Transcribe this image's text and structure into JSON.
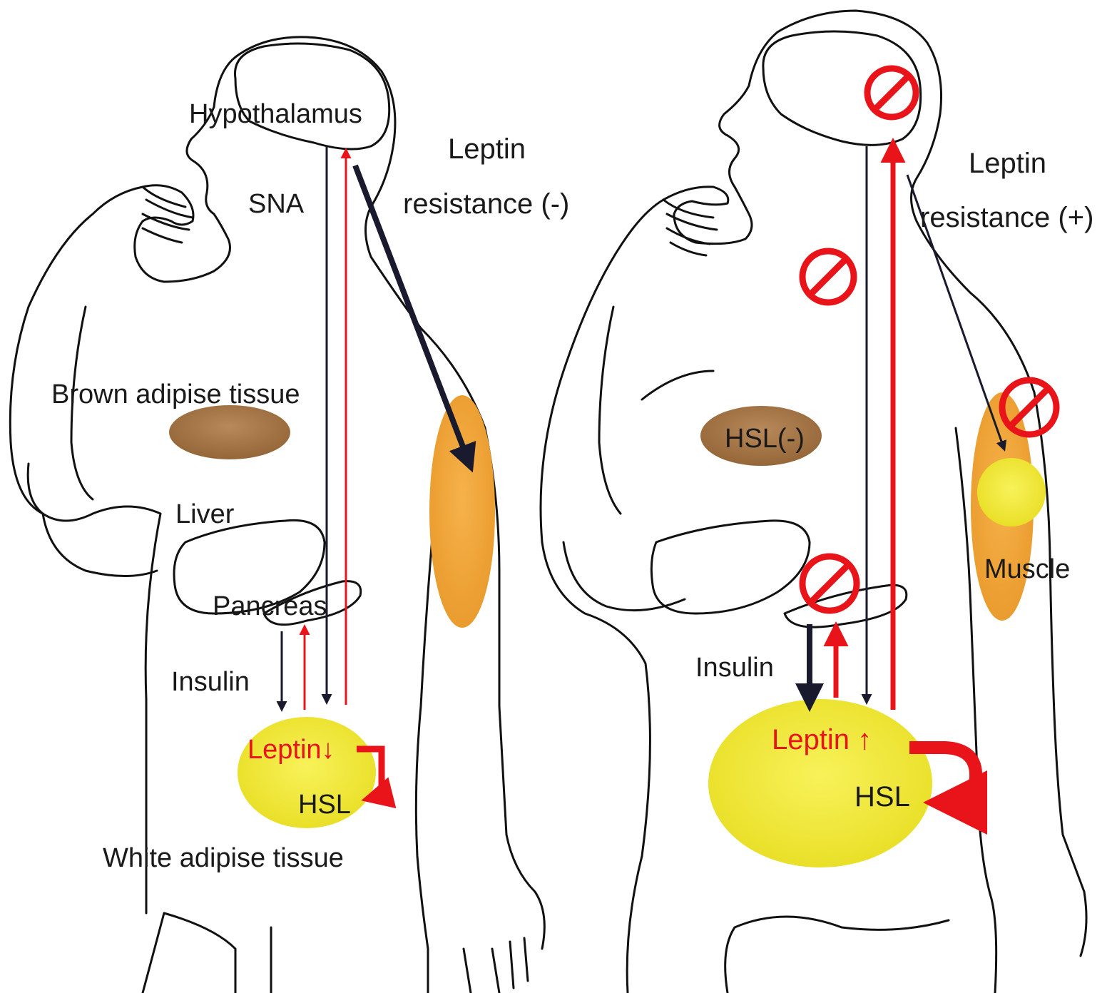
{
  "left_panel": {
    "hypothalamus": "Hypothalamus",
    "sna": "SNA",
    "leptin_status_line1": "Leptin",
    "leptin_status_line2": "resistance (-)",
    "brown_adipose": "Brown adipise tissue",
    "liver": "Liver",
    "pancreas": "Pancreas",
    "insulin": "Insulin",
    "leptin": "Leptin↓",
    "hsl": "HSL",
    "white_adipose": "White adipise tissue"
  },
  "right_panel": {
    "leptin_status_line1": "Leptin",
    "leptin_status_line2": "resistance (+)",
    "brown_hsl": "HSL(-)",
    "muscle": "Muscle",
    "insulin": "Insulin",
    "leptin": "Leptin ↑",
    "hsl": "HSL"
  },
  "colors": {
    "pathway_signal": "#e8141a",
    "pathway_neural": "#1a1a2e",
    "brown_tissue": "#a8784a",
    "muscle_tissue": "#f2a53a",
    "white_adipose": "#f5ee3a",
    "block_symbol": "#e8141a"
  }
}
